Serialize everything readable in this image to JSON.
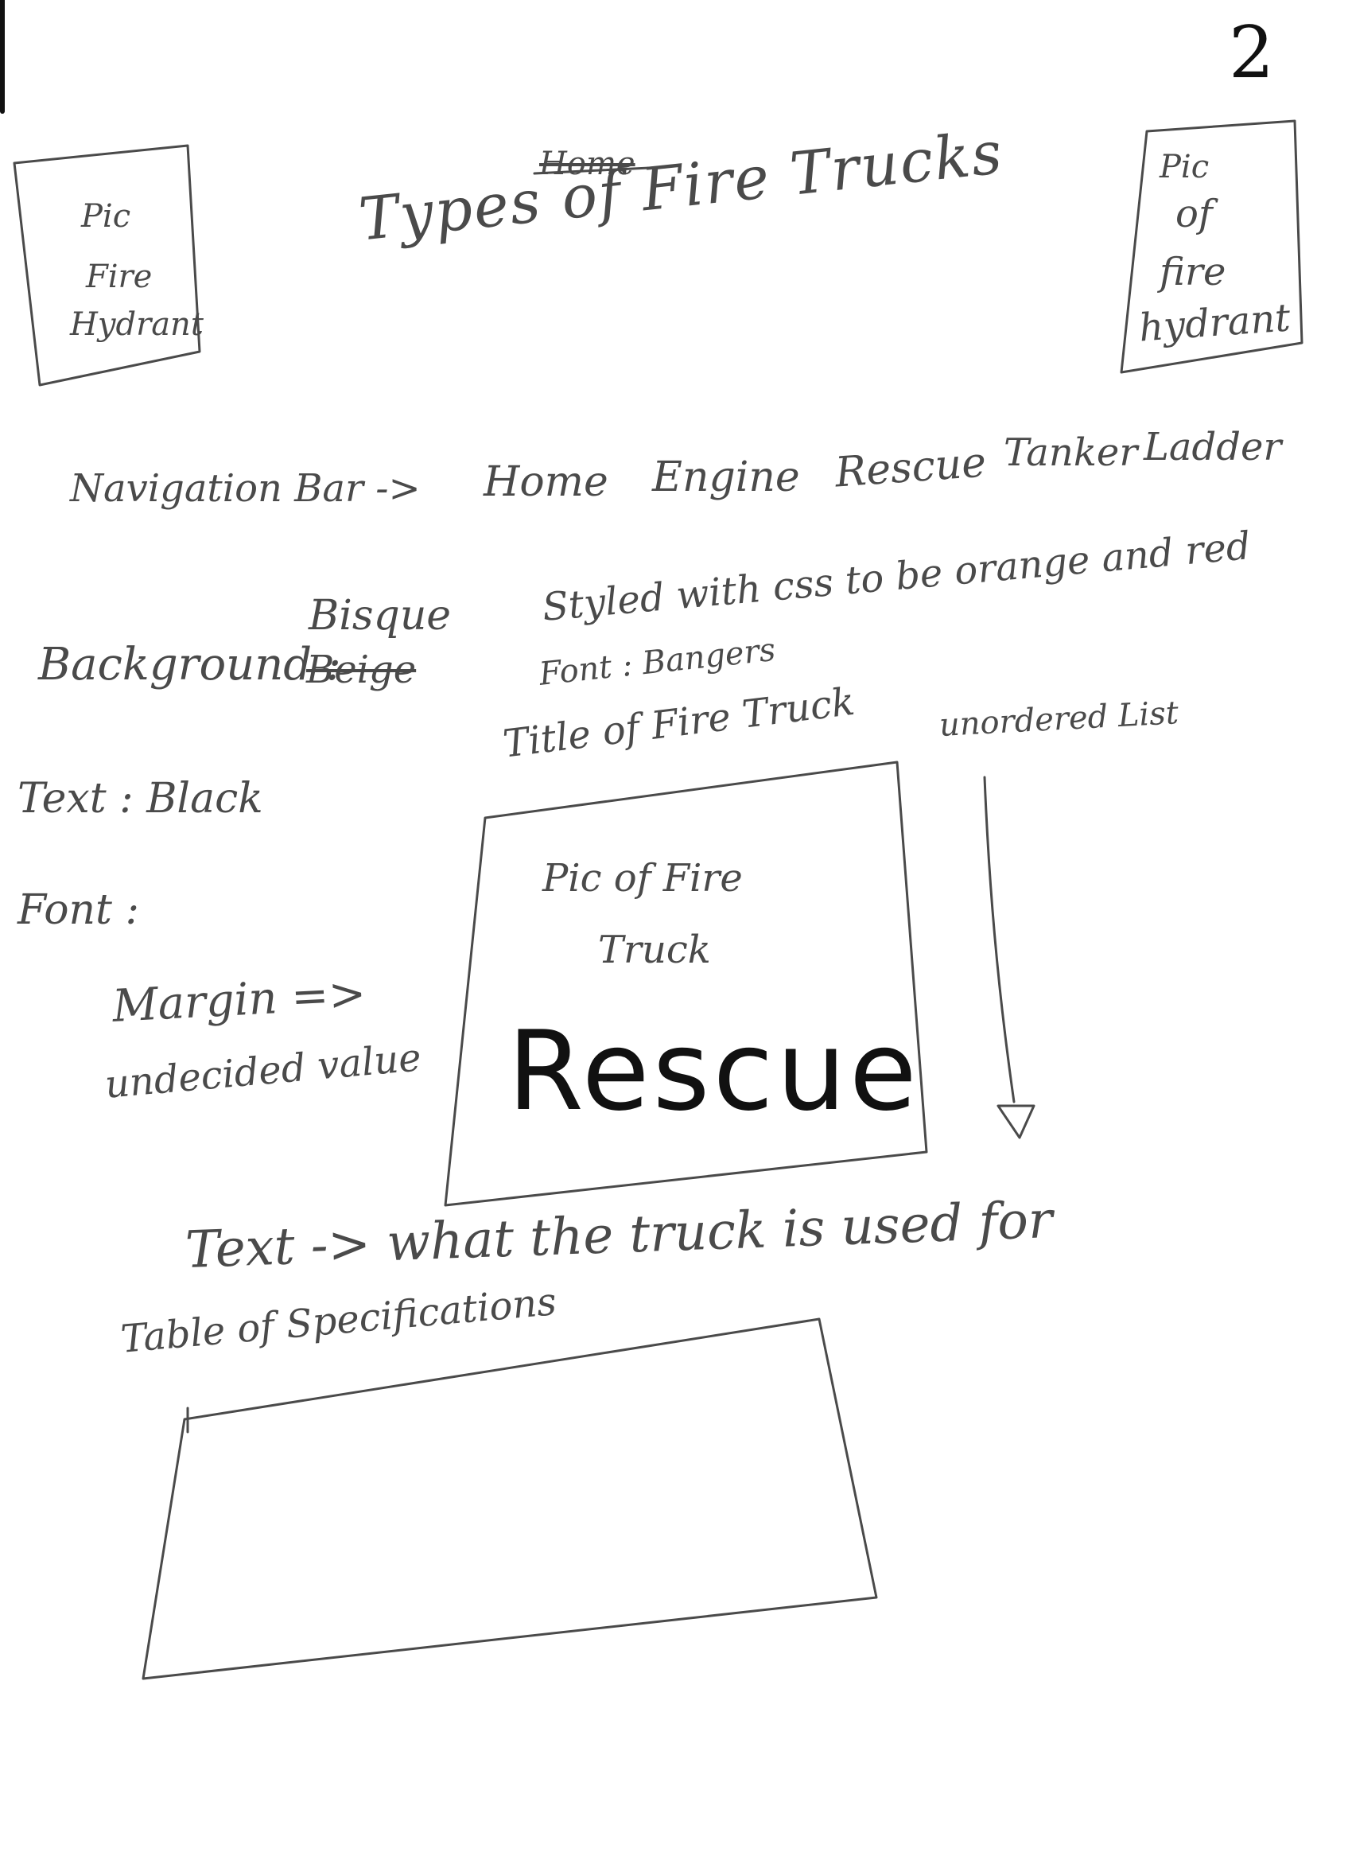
{
  "page_number": "2",
  "header": {
    "struck_word": "Home",
    "title": "Types of Fire Trucks"
  },
  "left_picture": {
    "lines": [
      "Pic",
      "Fire",
      "Hydrant"
    ]
  },
  "right_picture": {
    "lines": [
      "Pic",
      "of",
      "fire",
      "hydrant"
    ]
  },
  "navigation": {
    "label": "Navigation Bar ->",
    "items": [
      "Home",
      "Engine",
      "Rescue",
      "Tanker",
      "Ladder"
    ]
  },
  "styles": {
    "background_label": "Background :",
    "background_value": "Bisque",
    "background_struck": "Beige",
    "text_label": "Text : Black",
    "font_label": "Font :",
    "margin_label": "Margin =>",
    "margin_value": "undecided value",
    "nav_style_note": "Styled with css to be orange and red",
    "nav_font_note": "Font : Bangers",
    "title_note": "Title of Fire Truck",
    "list_note": "unordered List"
  },
  "truck_box": {
    "lines": [
      "Pic of Fire",
      "Truck"
    ],
    "name": "Rescue"
  },
  "text_note": "Text -> what the truck is used for",
  "table_label": "Table of Specifications",
  "colors": {
    "ink": "#4a4a4a",
    "marker": "#111111",
    "paper": "#ffffff"
  }
}
